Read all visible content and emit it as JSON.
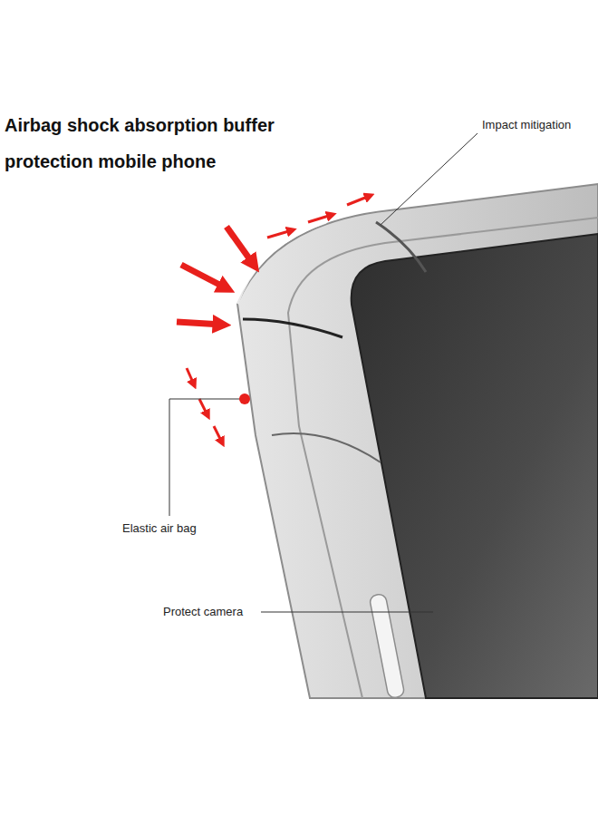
{
  "diagram": {
    "title": "Airbag shock absorption buffer protection mobile phone",
    "labels": [
      "Impact mitigation",
      "Elastic air bag",
      "Protect camera"
    ]
  }
}
